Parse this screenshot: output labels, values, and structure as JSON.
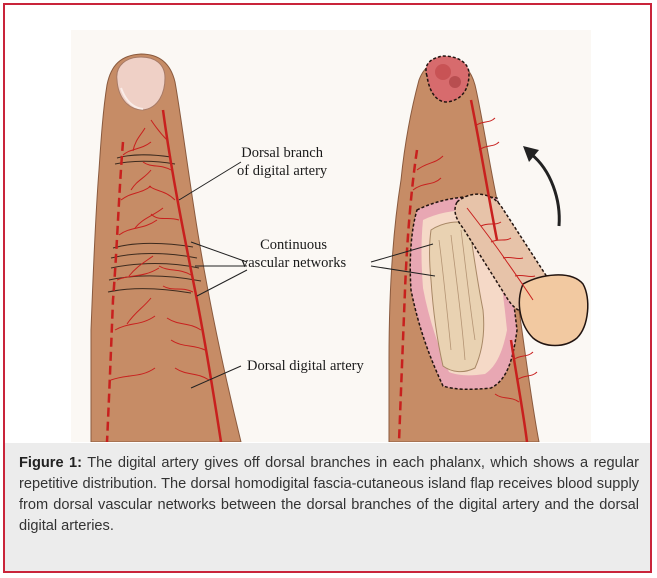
{
  "figure": {
    "labels": {
      "dorsal_branch_line1": "Dorsal branch",
      "dorsal_branch_line2": "of digital artery",
      "continuous_line1": "Continuous",
      "continuous_line2": "vascular networks",
      "dorsal_digital_artery": "Dorsal digital artery"
    }
  },
  "caption": {
    "label": "Figure 1:",
    "text": " The digital artery gives off dorsal branches in each phalanx, which shows a regular repetitive distribution. The dorsal homodigital fascia-cutaneous island flap receives blood supply from dorsal vascular networks between the dorsal branches of the digital artery and the dorsal digital arteries."
  },
  "colors": {
    "frame_border": "#c9243a",
    "skin": "#c68c66",
    "artery": "#c8201e",
    "caption_bg": "#ececec"
  }
}
